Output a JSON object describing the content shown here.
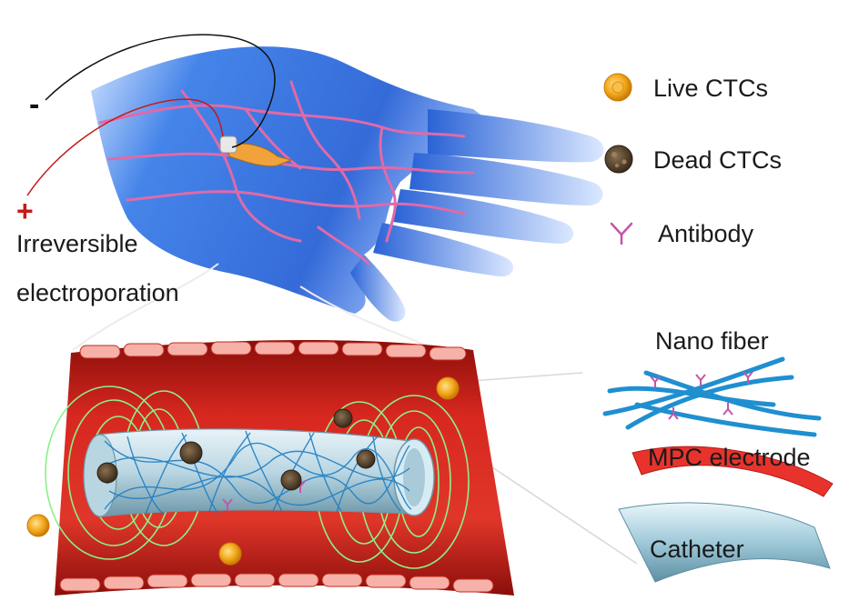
{
  "polarity": {
    "negative": "-",
    "positive": "+"
  },
  "labels": {
    "irreversible": "Irreversible",
    "electroporation": "electroporation"
  },
  "legend": {
    "live": "Live  CTCs",
    "dead": "Dead CTCs",
    "antibody": "Antibody"
  },
  "layers": {
    "nano_fiber": "Nano fiber",
    "mpc_electrode": "MPC electrode",
    "catheter": "Catheter"
  },
  "colors": {
    "hand": "#2f6fe0",
    "vein": "#e06aa8",
    "vessel": "#d8281f",
    "fiber": "#1f8fd0",
    "field": "#8cf08a",
    "electrode": "#e8332c",
    "catheter": "#bcdde8",
    "live_cell": "#f2a81c",
    "dead_cell": "#5a4632",
    "antibody": "#c455a8"
  },
  "icons": [
    "live-ctc-icon",
    "dead-ctc-icon",
    "antibody-icon"
  ]
}
